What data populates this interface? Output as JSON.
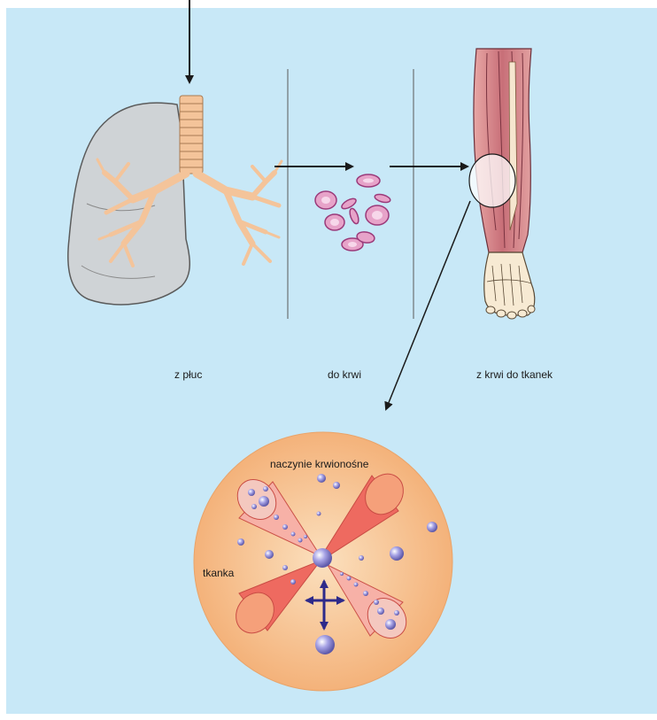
{
  "labels": {
    "from_lungs": "z płuc",
    "to_blood": "do krwi",
    "blood_to_tissue": "z krwi do tkanek",
    "blood_vessel": "naczynie krwionośne",
    "tissue": "tkanka"
  },
  "colors": {
    "background": "#c8e8f7",
    "lung_fill": "#cfd3d6",
    "bronchi": "#f4c49a",
    "red_cells": "#e7a3c9",
    "muscle": "#d9888c",
    "tissue_circle": "#f6b97a",
    "vessel": "#ee6a60",
    "molecule": "#8b86cf",
    "arrow_blue": "#2e2a8a"
  },
  "icons": [
    "lungs-illustration",
    "red-blood-cells-illustration",
    "leg-muscle-illustration",
    "tissue-vessel-illustration"
  ]
}
